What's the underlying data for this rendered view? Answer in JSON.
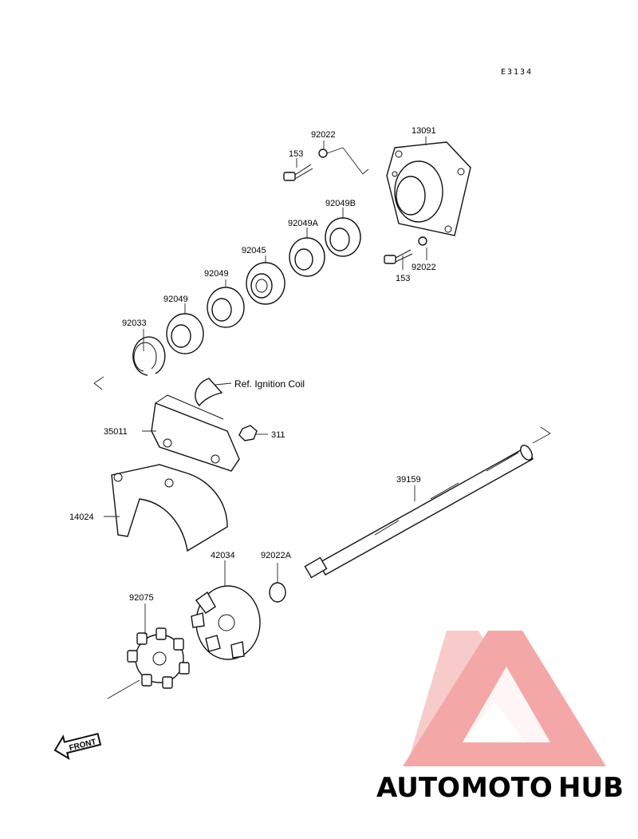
{
  "diagram_code": "E3134",
  "callouts": {
    "p92022_top": "92022",
    "p13091": "13091",
    "p153_top": "153",
    "p92049B": "92049B",
    "p92049A": "92049A",
    "p92045": "92045",
    "p92049_2": "92049",
    "p92049_1": "92049",
    "p92033": "92033",
    "p153_bot": "153",
    "p92022_bot": "92022",
    "ref_ignition": "Ref. Ignition Coil",
    "p35011": "35011",
    "p311": "311",
    "p14024": "14024",
    "p39159": "39159",
    "p42034": "42034",
    "p92022A": "92022A",
    "p92075": "92075"
  },
  "front_badge": "FRONT",
  "watermark": {
    "part1": "AUTO",
    "part2": "MOTO",
    "part3": "HUB",
    "color1": "#f5c08a",
    "color2": "#f2a3a0",
    "color3": "#b8b8b8",
    "logo_color": "#f29a98"
  }
}
